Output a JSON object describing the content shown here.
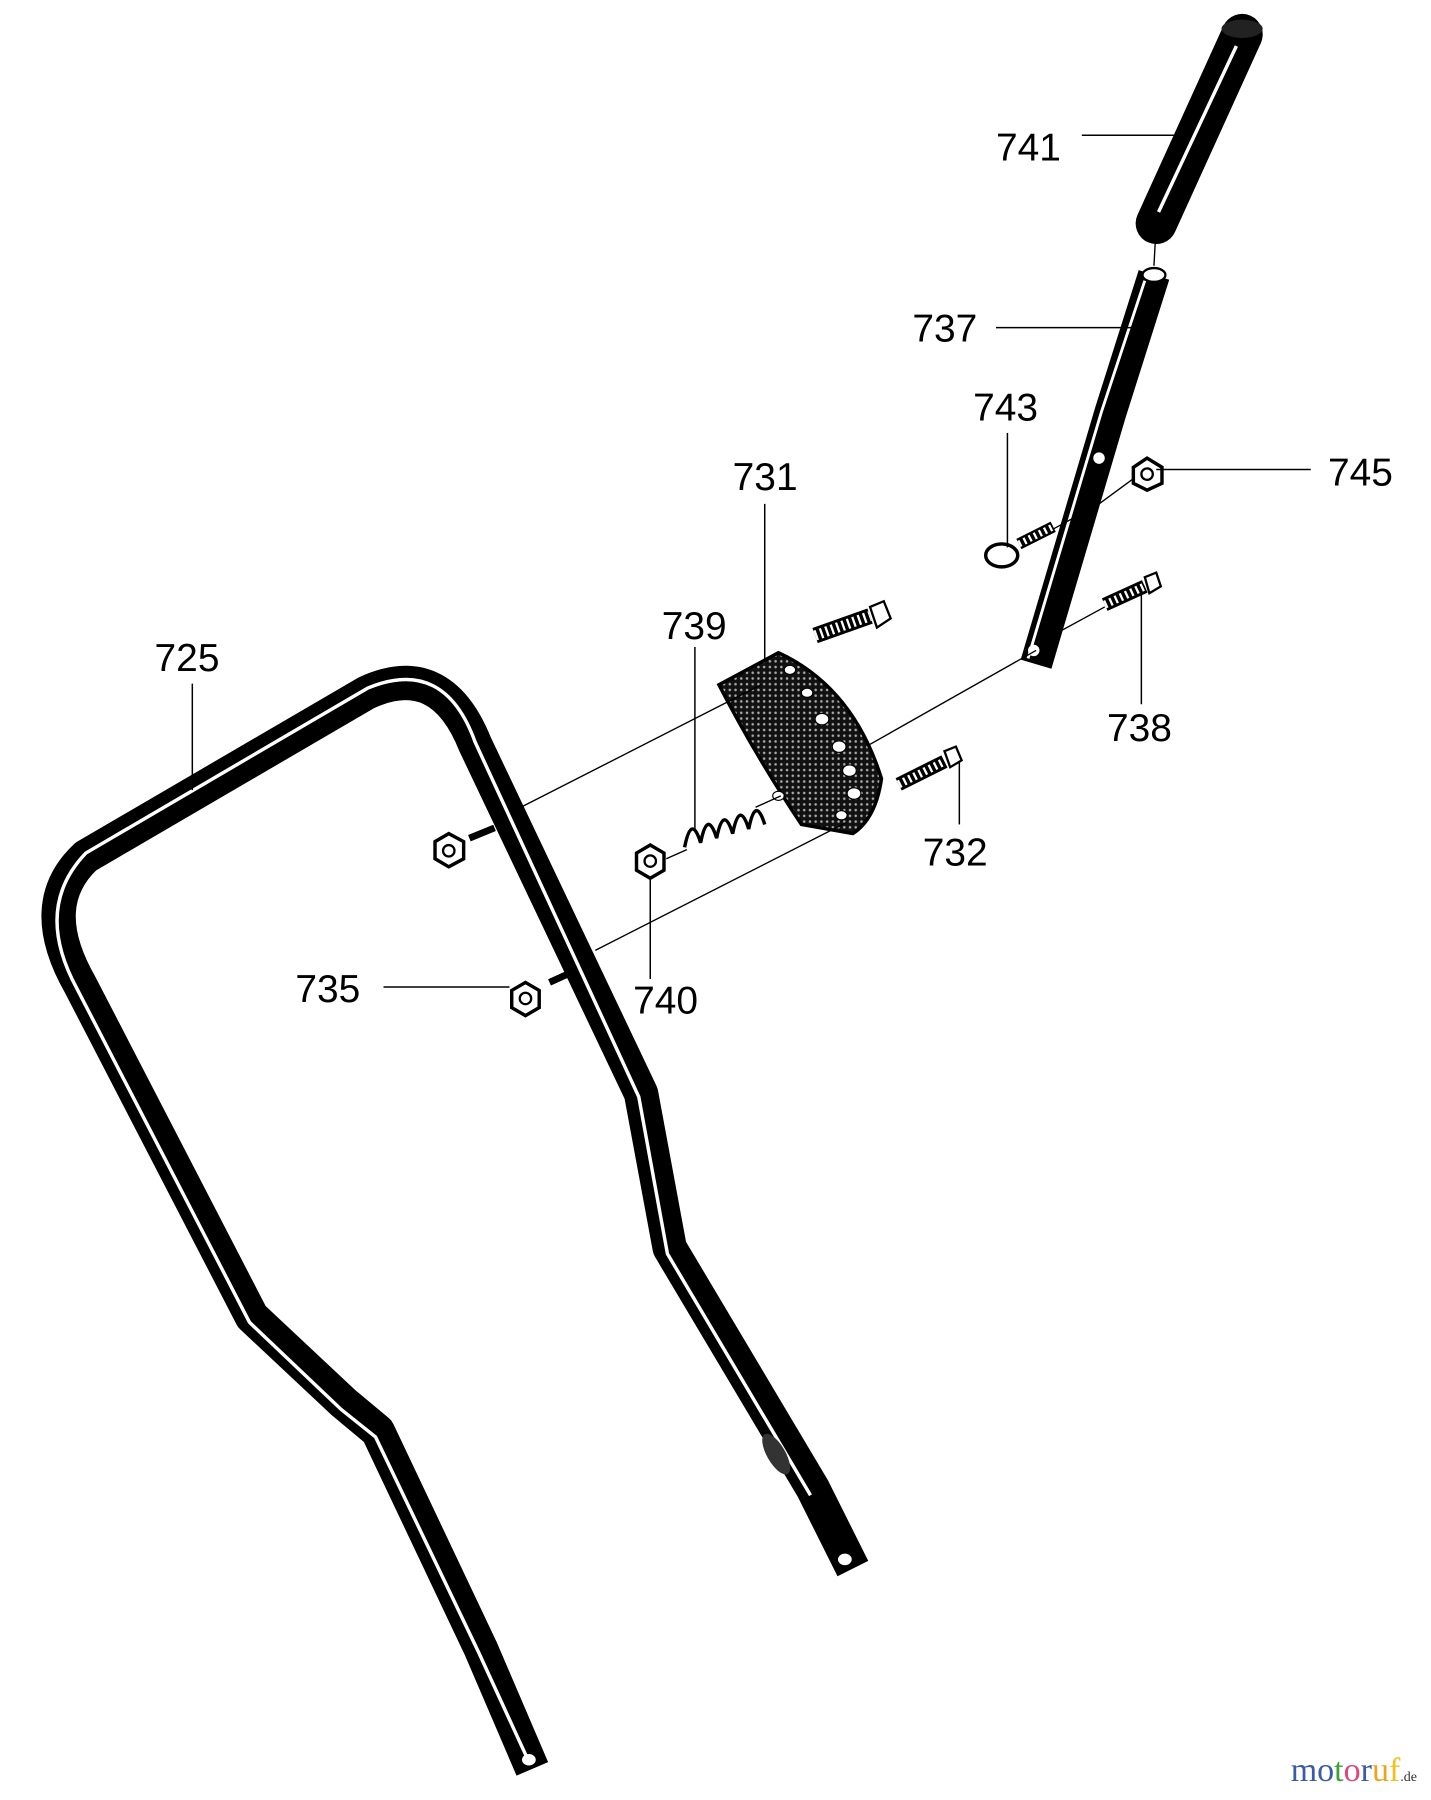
{
  "diagram": {
    "part_labels": [
      "741",
      "737",
      "743",
      "745",
      "731",
      "739",
      "738",
      "725",
      "732",
      "740",
      "735"
    ]
  },
  "watermark": {
    "letters": [
      "m",
      "o",
      "t",
      "o",
      "r",
      "u",
      "f"
    ],
    "colors": [
      "#3b5aa8",
      "#3b5aa8",
      "#39a23a",
      "#e0457b",
      "#3b5aa8",
      "#f2a11c",
      "#f2c21c"
    ],
    "suffix": ".de"
  }
}
